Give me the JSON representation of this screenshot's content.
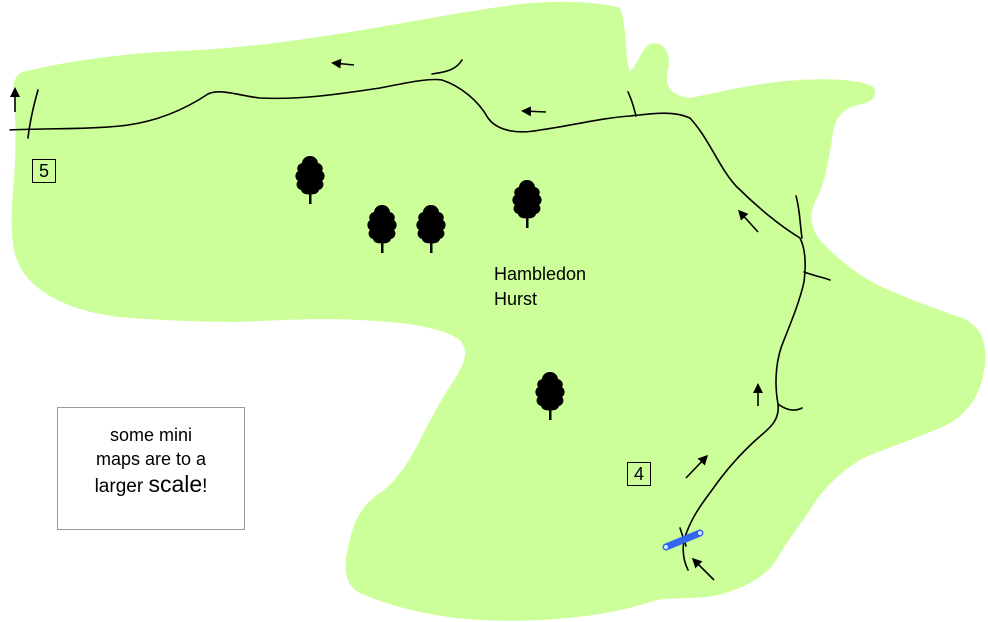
{
  "map": {
    "area_name_line1": "Hambledon",
    "area_name_line2": "Hurst",
    "waypoints": [
      {
        "label": "5"
      },
      {
        "label": "4"
      }
    ],
    "note": {
      "line1": "some mini",
      "line2": "maps are to a",
      "line3_small": "larger ",
      "line3_big": "scale",
      "line3_end": "!"
    },
    "colors": {
      "woodland": "#ccff99",
      "path": "#000000",
      "stile": "#3366ee",
      "tree": "#000000",
      "note_border": "#9a9a9a"
    },
    "icons": [
      "tree-icon",
      "direction-arrow-icon",
      "stile-icon"
    ]
  }
}
